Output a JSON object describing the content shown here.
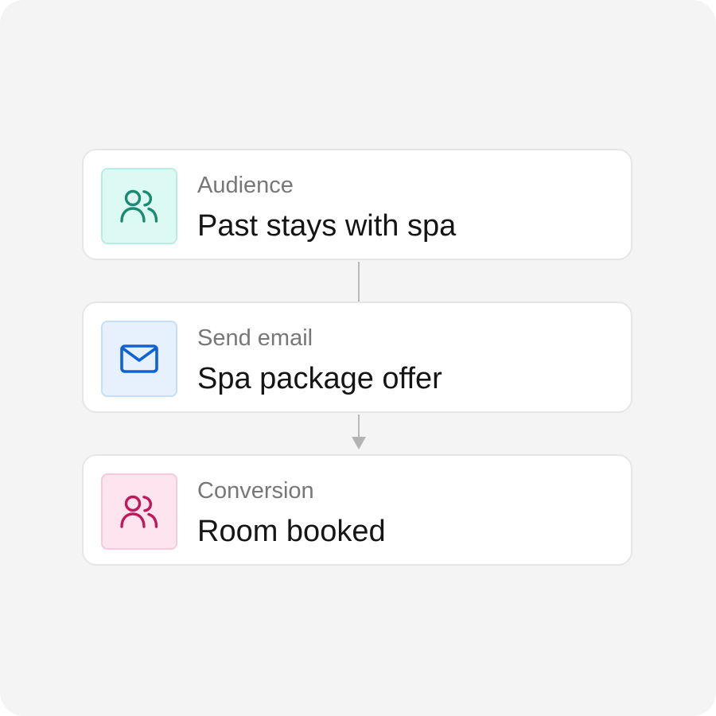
{
  "flow": {
    "steps": [
      {
        "label": "Audience",
        "value": "Past stays with spa",
        "icon": "users-icon",
        "icon_color": "#1a8a72",
        "tile_bg": "#dcfaf3",
        "tile_border": "#b6efe2"
      },
      {
        "label": "Send email",
        "value": "Spa package offer",
        "icon": "envelope-icon",
        "icon_color": "#0f62d6",
        "tile_bg": "#e7f1fd",
        "tile_border": "#c7def8"
      },
      {
        "label": "Conversion",
        "value": "Room booked",
        "icon": "users-icon",
        "icon_color": "#c2185b",
        "tile_bg": "#fde4ef",
        "tile_border": "#f8c9dc"
      }
    ],
    "connectors": [
      {
        "from": "Audience",
        "to": "Send email",
        "style": "line"
      },
      {
        "from": "Send email",
        "to": "Conversion",
        "style": "arrow"
      }
    ],
    "connector_color": "#b9b9b9"
  }
}
